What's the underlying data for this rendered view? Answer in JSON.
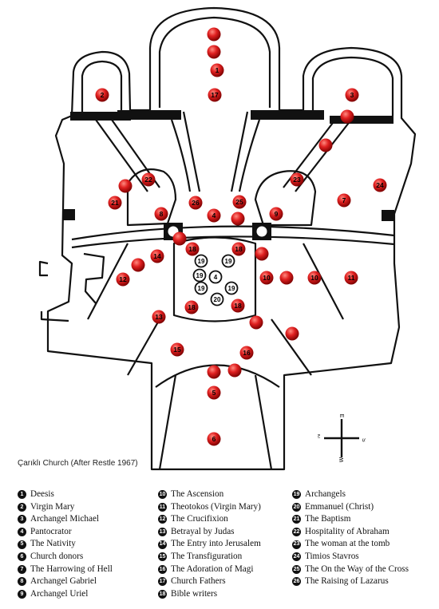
{
  "caption": "Çarıklı Church (After Restle 1967)",
  "compass": {
    "n": "N",
    "s": "S",
    "e": "E",
    "w": "W"
  },
  "markers": [
    {
      "label": ""
    },
    {
      "label": ""
    },
    {
      "label": "1"
    },
    {
      "label": "17"
    },
    {
      "label": "2"
    },
    {
      "label": "3"
    },
    {
      "label": ""
    },
    {
      "label": ""
    },
    {
      "label": "22"
    },
    {
      "label": "23"
    },
    {
      "label": "24"
    },
    {
      "label": ""
    },
    {
      "label": "21"
    },
    {
      "label": "7"
    },
    {
      "label": "26"
    },
    {
      "label": "25"
    },
    {
      "label": "8"
    },
    {
      "label": "4"
    },
    {
      "label": ""
    },
    {
      "label": "9"
    },
    {
      "label": ""
    },
    {
      "label": "18"
    },
    {
      "label": "18"
    },
    {
      "label": "14"
    },
    {
      "label": ""
    },
    {
      "label": "12"
    },
    {
      "label": ""
    },
    {
      "label": "10"
    },
    {
      "label": ""
    },
    {
      "label": "10"
    },
    {
      "label": "11"
    },
    {
      "label": "13"
    },
    {
      "label": "18"
    },
    {
      "label": "18"
    },
    {
      "label": ""
    },
    {
      "label": ""
    },
    {
      "label": "15"
    },
    {
      "label": "16"
    },
    {
      "label": ""
    },
    {
      "label": ""
    },
    {
      "label": "5"
    },
    {
      "label": "6"
    }
  ],
  "centre": [
    {
      "label": "19"
    },
    {
      "label": "19"
    },
    {
      "label": "19"
    },
    {
      "label": "4"
    },
    {
      "label": "19"
    },
    {
      "label": "19"
    },
    {
      "label": "20"
    }
  ],
  "legend": {
    "col1": [
      {
        "n": "1",
        "text": "Deesis"
      },
      {
        "n": "2",
        "text": "Virgin Mary"
      },
      {
        "n": "3",
        "text": "Archangel Michael"
      },
      {
        "n": "4",
        "text": "Pantocrator"
      },
      {
        "n": "5",
        "text": "The Nativity"
      },
      {
        "n": "6",
        "text": "Church donors"
      },
      {
        "n": "7",
        "text": "The Harrowing of Hell"
      },
      {
        "n": "8",
        "text": "Archangel Gabriel"
      },
      {
        "n": "9",
        "text": "Archangel Uriel"
      }
    ],
    "col2": [
      {
        "n": "10",
        "text": "The Ascension"
      },
      {
        "n": "11",
        "text": "Theotokos (Virgin Mary)"
      },
      {
        "n": "12",
        "text": "The Crucifixion"
      },
      {
        "n": "13",
        "text": "Betrayal by Judas"
      },
      {
        "n": "14",
        "text": "The Entry into Jerusalem"
      },
      {
        "n": "15",
        "text": "The Transfiguration"
      },
      {
        "n": "16",
        "text": "The Adoration of Magi"
      },
      {
        "n": "17",
        "text": "Church Fathers"
      },
      {
        "n": "18",
        "text": "Bible writers"
      }
    ],
    "col3": [
      {
        "n": "19",
        "text": "Archangels"
      },
      {
        "n": "20",
        "text": "Emmanuel (Christ)"
      },
      {
        "n": "21",
        "text": "The Baptism"
      },
      {
        "n": "22",
        "text": "Hospitality of Abraham"
      },
      {
        "n": "23",
        "text": "The woman at the tomb"
      },
      {
        "n": "24",
        "text": "Timios Stavros"
      },
      {
        "n": "25",
        "text": "The On the Way of the Cross"
      },
      {
        "n": "26",
        "text": "The Raising of Lazarus"
      }
    ]
  }
}
